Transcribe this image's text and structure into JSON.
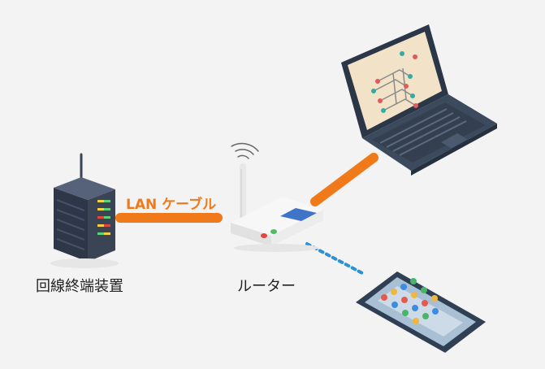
{
  "labels": {
    "onu": "回線終端装置",
    "router": "ルーター",
    "lan_cable": "LAN ケーブル"
  },
  "colors": {
    "background": "#f3f3f3",
    "lan_cable": "#f07a1a",
    "wifi_link": "#2f8fd1",
    "server_dark": "#3a4454",
    "laptop_dark": "#3c4a5e",
    "tablet_dark": "#2f3f54"
  },
  "icons": {
    "onu": "network-terminal-icon",
    "router": "wifi-router-icon",
    "laptop": "laptop-icon",
    "tablet": "tablet-icon",
    "wifi": "wifi-signal-icon"
  }
}
